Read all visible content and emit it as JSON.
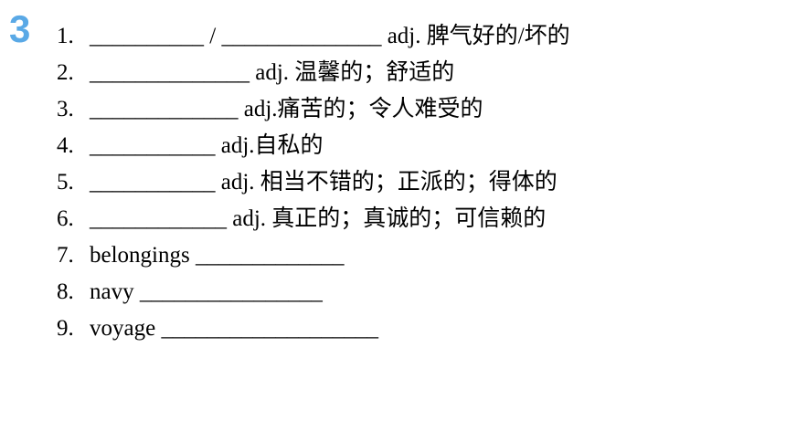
{
  "section": {
    "number": "3",
    "color": "#5aa9e6"
  },
  "items": [
    {
      "num": "1.",
      "text": "__________ / ______________ adj. 脾气好的/坏的"
    },
    {
      "num": "2.",
      "text": "______________ adj. 温馨的；舒适的"
    },
    {
      "num": "3.",
      "text": "_____________ adj.痛苦的；令人难受的"
    },
    {
      "num": "4.",
      "text": "___________ adj.自私的"
    },
    {
      "num": "5.",
      "text": "___________ adj. 相当不错的；正派的；得体的"
    },
    {
      "num": "6.",
      "text": "____________ adj. 真正的；真诚的；可信赖的"
    },
    {
      "num": "7.",
      "text": "belongings _____________"
    },
    {
      "num": "8.",
      "text": "navy ________________"
    },
    {
      "num": "9.",
      "text": "voyage ___________________"
    }
  ]
}
